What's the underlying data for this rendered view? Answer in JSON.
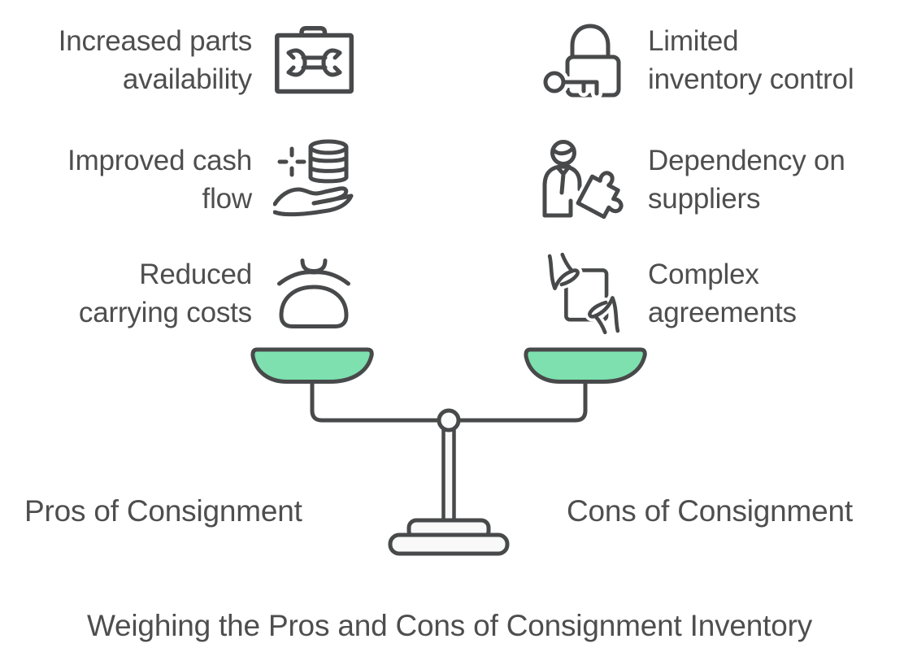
{
  "title": "Weighing the Pros and Cons of Consignment Inventory",
  "colors": {
    "text": "#4e4e4e",
    "icon_stroke": "#48494a",
    "pros_pan_fill": "#7de0ae",
    "cons_pan_fill": "#fe9c9c",
    "stand_fill": "#f9f9f9"
  },
  "pros": {
    "label": "Pros of Consignment",
    "items": [
      {
        "icon": "toolbox-icon",
        "lines": [
          "Increased parts",
          "availability"
        ]
      },
      {
        "icon": "cash-flow-hand-icon",
        "lines": [
          "Improved cash",
          "flow"
        ]
      },
      {
        "icon": "purse-icon",
        "lines": [
          "Reduced",
          "carrying costs"
        ]
      }
    ]
  },
  "cons": {
    "label": "Cons of Consignment",
    "items": [
      {
        "icon": "lock-key-icon",
        "lines": [
          "Limited",
          "inventory control"
        ]
      },
      {
        "icon": "person-puzzle-icon",
        "lines": [
          "Dependency on",
          "suppliers"
        ]
      },
      {
        "icon": "document-hands-icon",
        "lines": [
          "Complex",
          "agreements"
        ]
      }
    ]
  },
  "scale": {
    "left_pan": "pros-pan",
    "right_pan": "cons-pan"
  }
}
